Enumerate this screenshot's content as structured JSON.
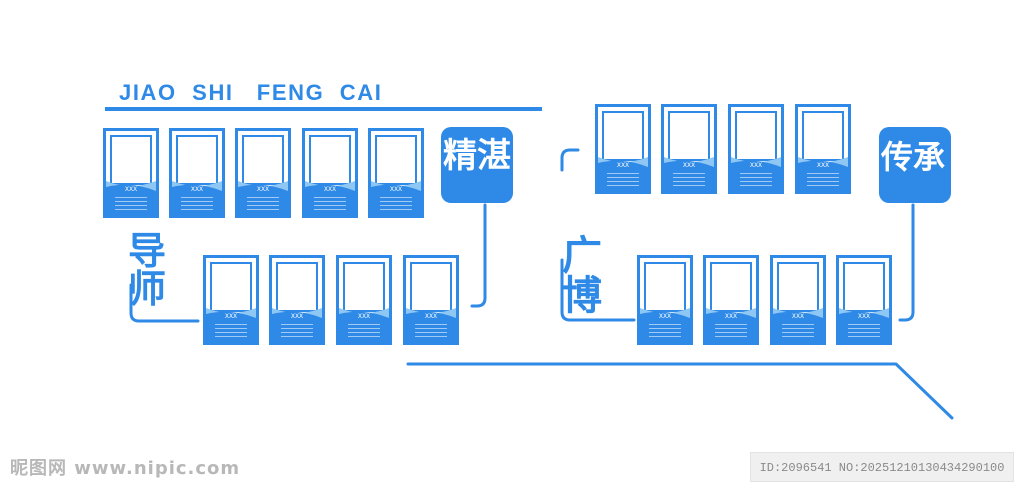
{
  "accent": "#2e8ae6",
  "accent_light": "#8fc7f4",
  "title": "JIAO  SHI   FENG  CAI",
  "card_caption": "XXX",
  "sections": {
    "jingzhan": "精湛",
    "daoshi": "导师",
    "chuancheng": "传承",
    "guangbo": "广博"
  },
  "watermark": {
    "left": "昵图网 www.nipic.com",
    "right": "ID:2096541 NO:20251210130434290100"
  }
}
